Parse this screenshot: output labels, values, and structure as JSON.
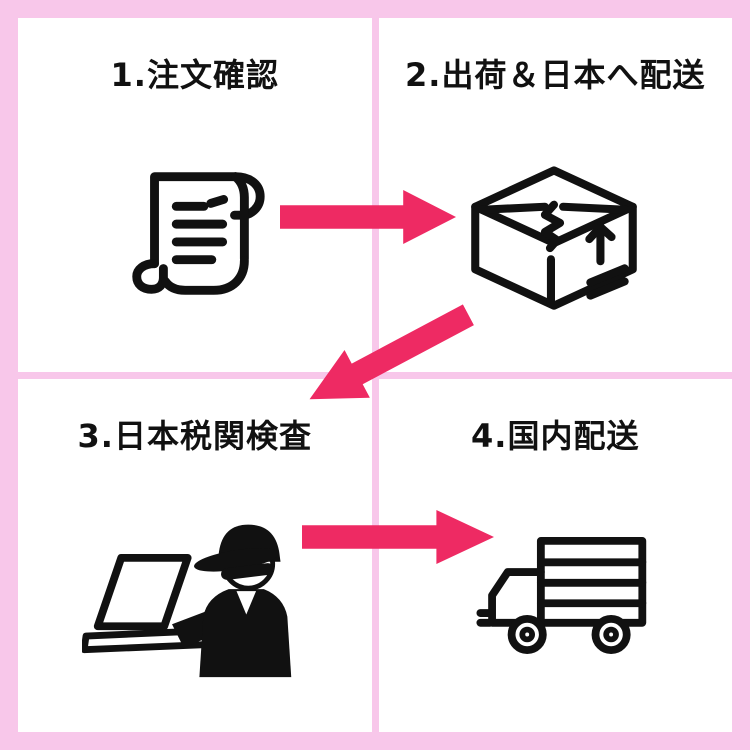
{
  "steps": [
    {
      "label": "1.注文確認",
      "icon": "scroll-document-icon"
    },
    {
      "label": "2.出荷＆日本へ配送",
      "icon": "shipping-box-icon"
    },
    {
      "label": "3.日本税関検査",
      "icon": "customs-officer-icon"
    },
    {
      "label": "4.国内配送",
      "icon": "delivery-truck-icon"
    }
  ],
  "colors": {
    "frame_pink": "#f8c7ea",
    "arrow_pink": "#ee2a63",
    "line_black": "#111111",
    "panel_white": "#ffffff"
  }
}
